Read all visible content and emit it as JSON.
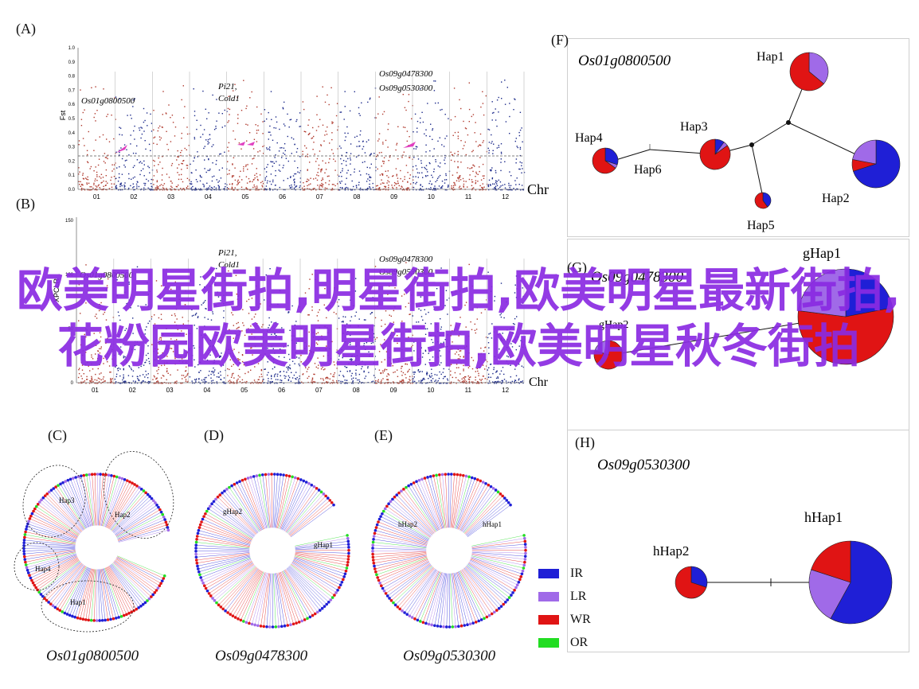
{
  "panels": {
    "a": {
      "letter": "(A)",
      "ylabel": "Fst",
      "yticks": [
        "0.0",
        "0.1",
        "0.2",
        "0.3",
        "0.4",
        "0.5",
        "0.6",
        "0.7",
        "0.8",
        "0.9",
        "1.0"
      ],
      "labels": [
        "Os01g0800500",
        "Pi21,",
        "Cold1",
        "Os09g0478300",
        "Os09g0530300"
      ],
      "axis_end": "Chr"
    },
    "b": {
      "letter": "(B)",
      "ylabel": "XPCLR",
      "yticks": [
        "0",
        "50",
        "100",
        "150"
      ],
      "labels": [
        "Os01g0800500",
        "Pi21,",
        "Cold1",
        "Os09g0478300",
        "Os09g0530300"
      ],
      "axis_end": "Chr"
    },
    "chromosomes": [
      "01",
      "02",
      "03",
      "04",
      "05",
      "06",
      "07",
      "08",
      "09",
      "10",
      "11",
      "12"
    ],
    "c": {
      "letter": "(C)",
      "haps": [
        "Hap3",
        "Hap2",
        "Hap4",
        "Hap1"
      ],
      "caption": "Os01g0800500"
    },
    "d": {
      "letter": "(D)",
      "haps": [
        "gHap2",
        "gHap1"
      ],
      "caption": "Os09g0478300"
    },
    "e": {
      "letter": "(E)",
      "haps": [
        "hHap2",
        "hHap1"
      ],
      "caption": "Os09g0530300"
    },
    "f": {
      "letter": "(F)",
      "gene": "Os01g0800500",
      "haps": [
        "Hap1",
        "Hap2",
        "Hap3",
        "Hap4",
        "Hap5",
        "Hap6"
      ]
    },
    "g": {
      "letter": "(G)",
      "gene": "Os09g0478300",
      "haps": [
        "gHap1",
        "gHap2"
      ]
    },
    "h": {
      "letter": "(H)",
      "gene": "Os09g0530300",
      "haps": [
        "hHap1",
        "hHap2"
      ]
    }
  },
  "legend": [
    {
      "label": "IR",
      "color": "#1f1fd6"
    },
    {
      "label": "LR",
      "color": "#a06ae8"
    },
    {
      "label": "WR",
      "color": "#e01414"
    },
    {
      "label": "OR",
      "color": "#22dd22"
    }
  ],
  "colors": {
    "red_chr": "#b03a2e",
    "blue_chr": "#1c2a8a",
    "threshold": "#555555"
  },
  "watermark": "欧美明星街拍,明星街拍,欧美明星最新街拍,花粉园欧美明星街拍,欧美明星秋冬街拍"
}
